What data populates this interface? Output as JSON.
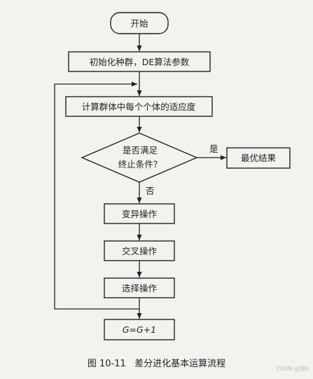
{
  "diagram": {
    "nodes": {
      "start": "开始",
      "init": "初始化种群，DE算法参数",
      "fitness": "计算群体中每个个体的适应度",
      "decision_line1": "是否满足",
      "decision_line2": "终止条件？",
      "best": "最优结果",
      "mutation": "变异操作",
      "crossover": "交叉操作",
      "selection": "选择操作",
      "increment": "G=G+1"
    },
    "edges": {
      "yes": "是",
      "no": "否"
    }
  },
  "caption": {
    "label": "图 10-11",
    "title": "差分进化基本运算流程"
  },
  "watermark": "CSDN @锦4"
}
